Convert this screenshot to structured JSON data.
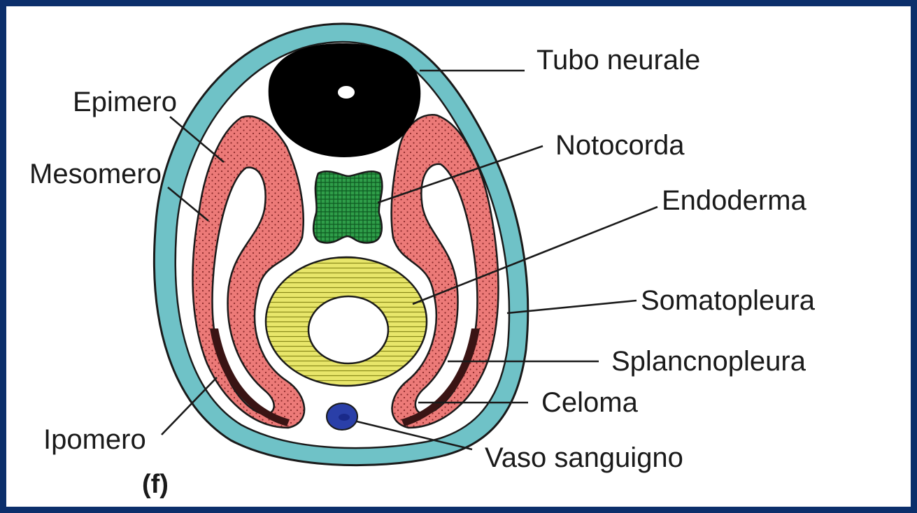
{
  "figure_label": "(f)",
  "labels": {
    "tubo_neurale": "Tubo neurale",
    "notocorda": "Notocorda",
    "endoderma": "Endoderma",
    "somatopleura": "Somatopleura",
    "splancnopleura": "Splancnopleura",
    "celoma": "Celoma",
    "vaso_sanguigno": "Vaso sanguigno",
    "epimero": "Epimero",
    "mesomero": "Mesomero",
    "ipomero": "Ipomero"
  },
  "colors": {
    "frame": "#0c2f6b",
    "ectoderm": "#6fc2c7",
    "neural_tube": "#000000",
    "notochord": "#2f9e49",
    "endoderm": "#e8e66a",
    "mesoderm": "#ec7a78",
    "blood_vessel": "#2a3fa8"
  }
}
